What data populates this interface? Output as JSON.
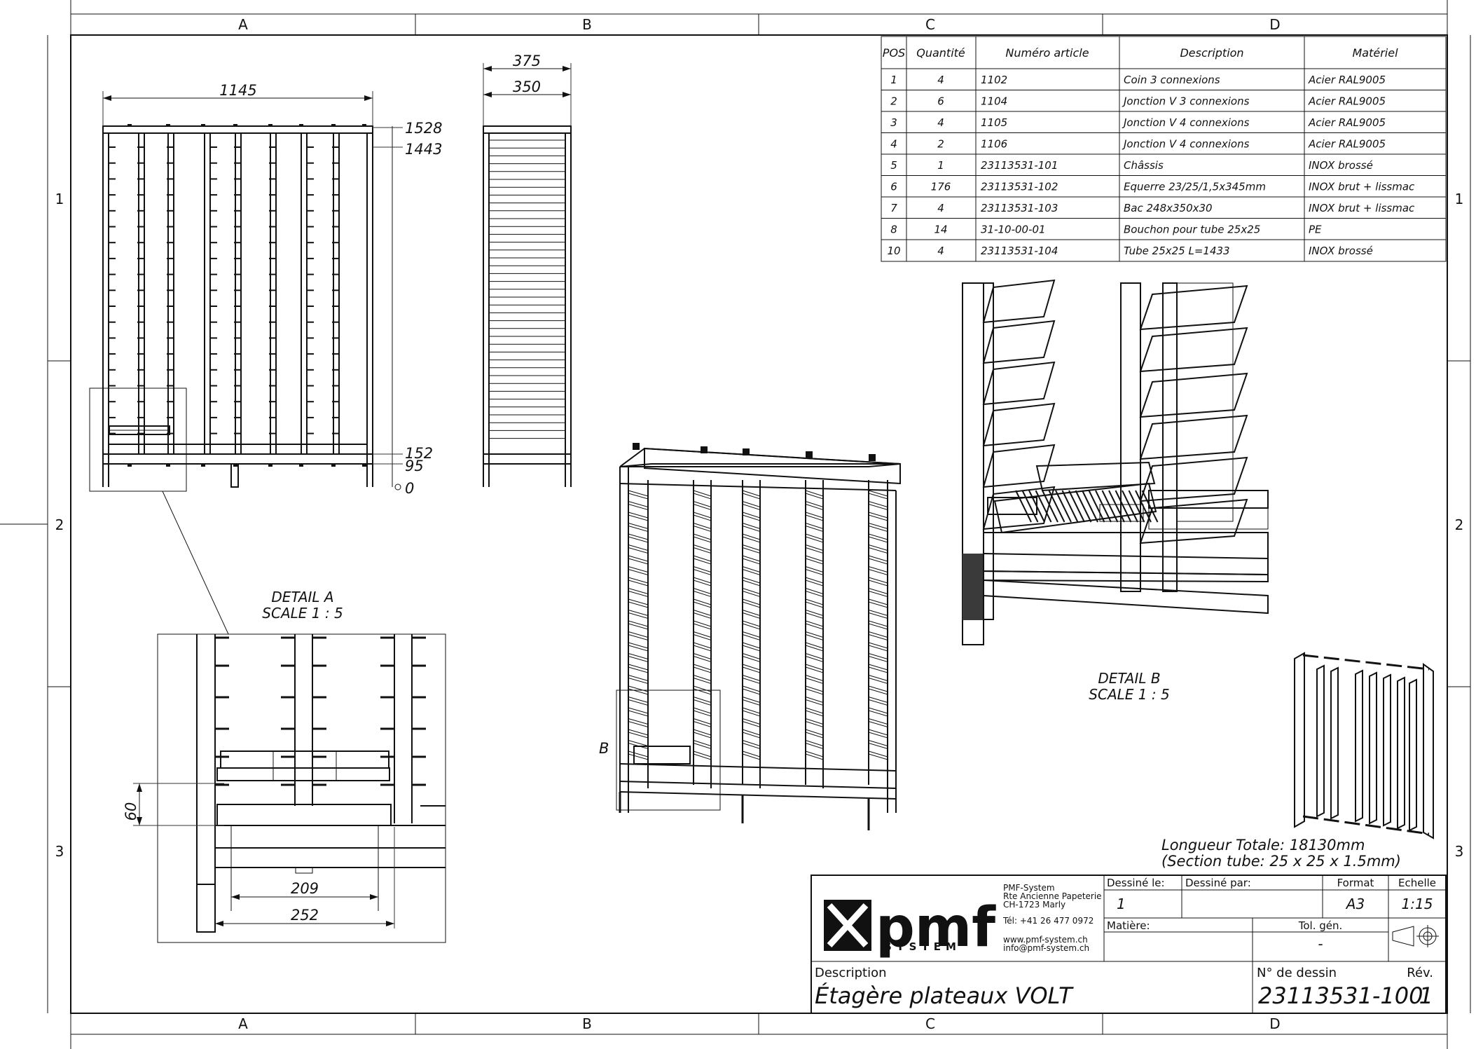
{
  "frame": {
    "cols": [
      "A",
      "B",
      "C",
      "D"
    ],
    "rows": [
      "1",
      "2",
      "3"
    ]
  },
  "bom": {
    "headers": [
      "POS",
      "Quantité",
      "Numéro article",
      "Description",
      "Matériel"
    ],
    "rows": [
      [
        "1",
        "4",
        "1102",
        "Coin 3 connexions",
        "Acier RAL9005"
      ],
      [
        "2",
        "6",
        "1104",
        "Jonction V 3 connexions",
        "Acier RAL9005"
      ],
      [
        "3",
        "4",
        "1105",
        "Jonction V 4 connexions",
        "Acier RAL9005"
      ],
      [
        "4",
        "2",
        "1106",
        "Jonction V 4 connexions",
        "Acier RAL9005"
      ],
      [
        "5",
        "1",
        "23113531-101",
        "Châssis",
        "INOX brossé"
      ],
      [
        "6",
        "176",
        "23113531-102",
        "Equerre 23/25/1,5x345mm",
        "INOX brut + lissmac"
      ],
      [
        "7",
        "4",
        "23113531-103",
        "Bac 248x350x30",
        "INOX brut + lissmac"
      ],
      [
        "8",
        "14",
        "31-10-00-01",
        "Bouchon pour tube 25x25",
        "PE"
      ],
      [
        "10",
        "4",
        "23113531-104",
        "Tube 25x25 L=1433",
        "INOX brossé"
      ]
    ]
  },
  "dims": {
    "front_width": "1145",
    "side_outer": "375",
    "side_inner": "350",
    "h_top": "1528",
    "h_1443": "1443",
    "h_152": "152",
    "h_95": "95",
    "h_0": "0",
    "detail_60": "60",
    "detail_209": "209",
    "detail_252": "252"
  },
  "labels": {
    "detail_a_title": "DETAIL A",
    "detail_a_scale": "SCALE 1 : 5",
    "detail_b_title": "DETAIL B",
    "detail_b_scale": "SCALE 1 : 5",
    "b_marker": "B",
    "length_total": "Longueur Totale: 18130mm",
    "section_tube": "(Section tube: 25 x 25 x 1.5mm)"
  },
  "title_block": {
    "logo_text": "pmf",
    "logo_sub": "SYSTEM",
    "company": [
      "PMF-System",
      "Rte Ancienne Papeterie",
      "CH-1723 Marly"
    ],
    "tel": "Tél: +41 26 477 0972",
    "web": "www.pmf-system.ch",
    "email": "info@pmf-system.ch",
    "dessine_le_label": "Dessiné le:",
    "dessine_le_value": "1",
    "dessine_par_label": "Dessiné par:",
    "format_label": "Format",
    "format_value": "A3",
    "echelle_label": "Echelle",
    "echelle_value": "1:15",
    "matiere_label": "Matière:",
    "tol_label": "Tol. gén.",
    "tol_value": "-",
    "description_label": "Description",
    "description_value": "Étagère plateaux VOLT",
    "ndessin_label": "N° de dessin",
    "ndessin_value": "23113531-100",
    "rev_label": "Rév.",
    "rev_value": "1"
  },
  "colors": {
    "line": "#111111",
    "dark_fill": "#5a525a",
    "accent_brown": "#8b4a32"
  }
}
